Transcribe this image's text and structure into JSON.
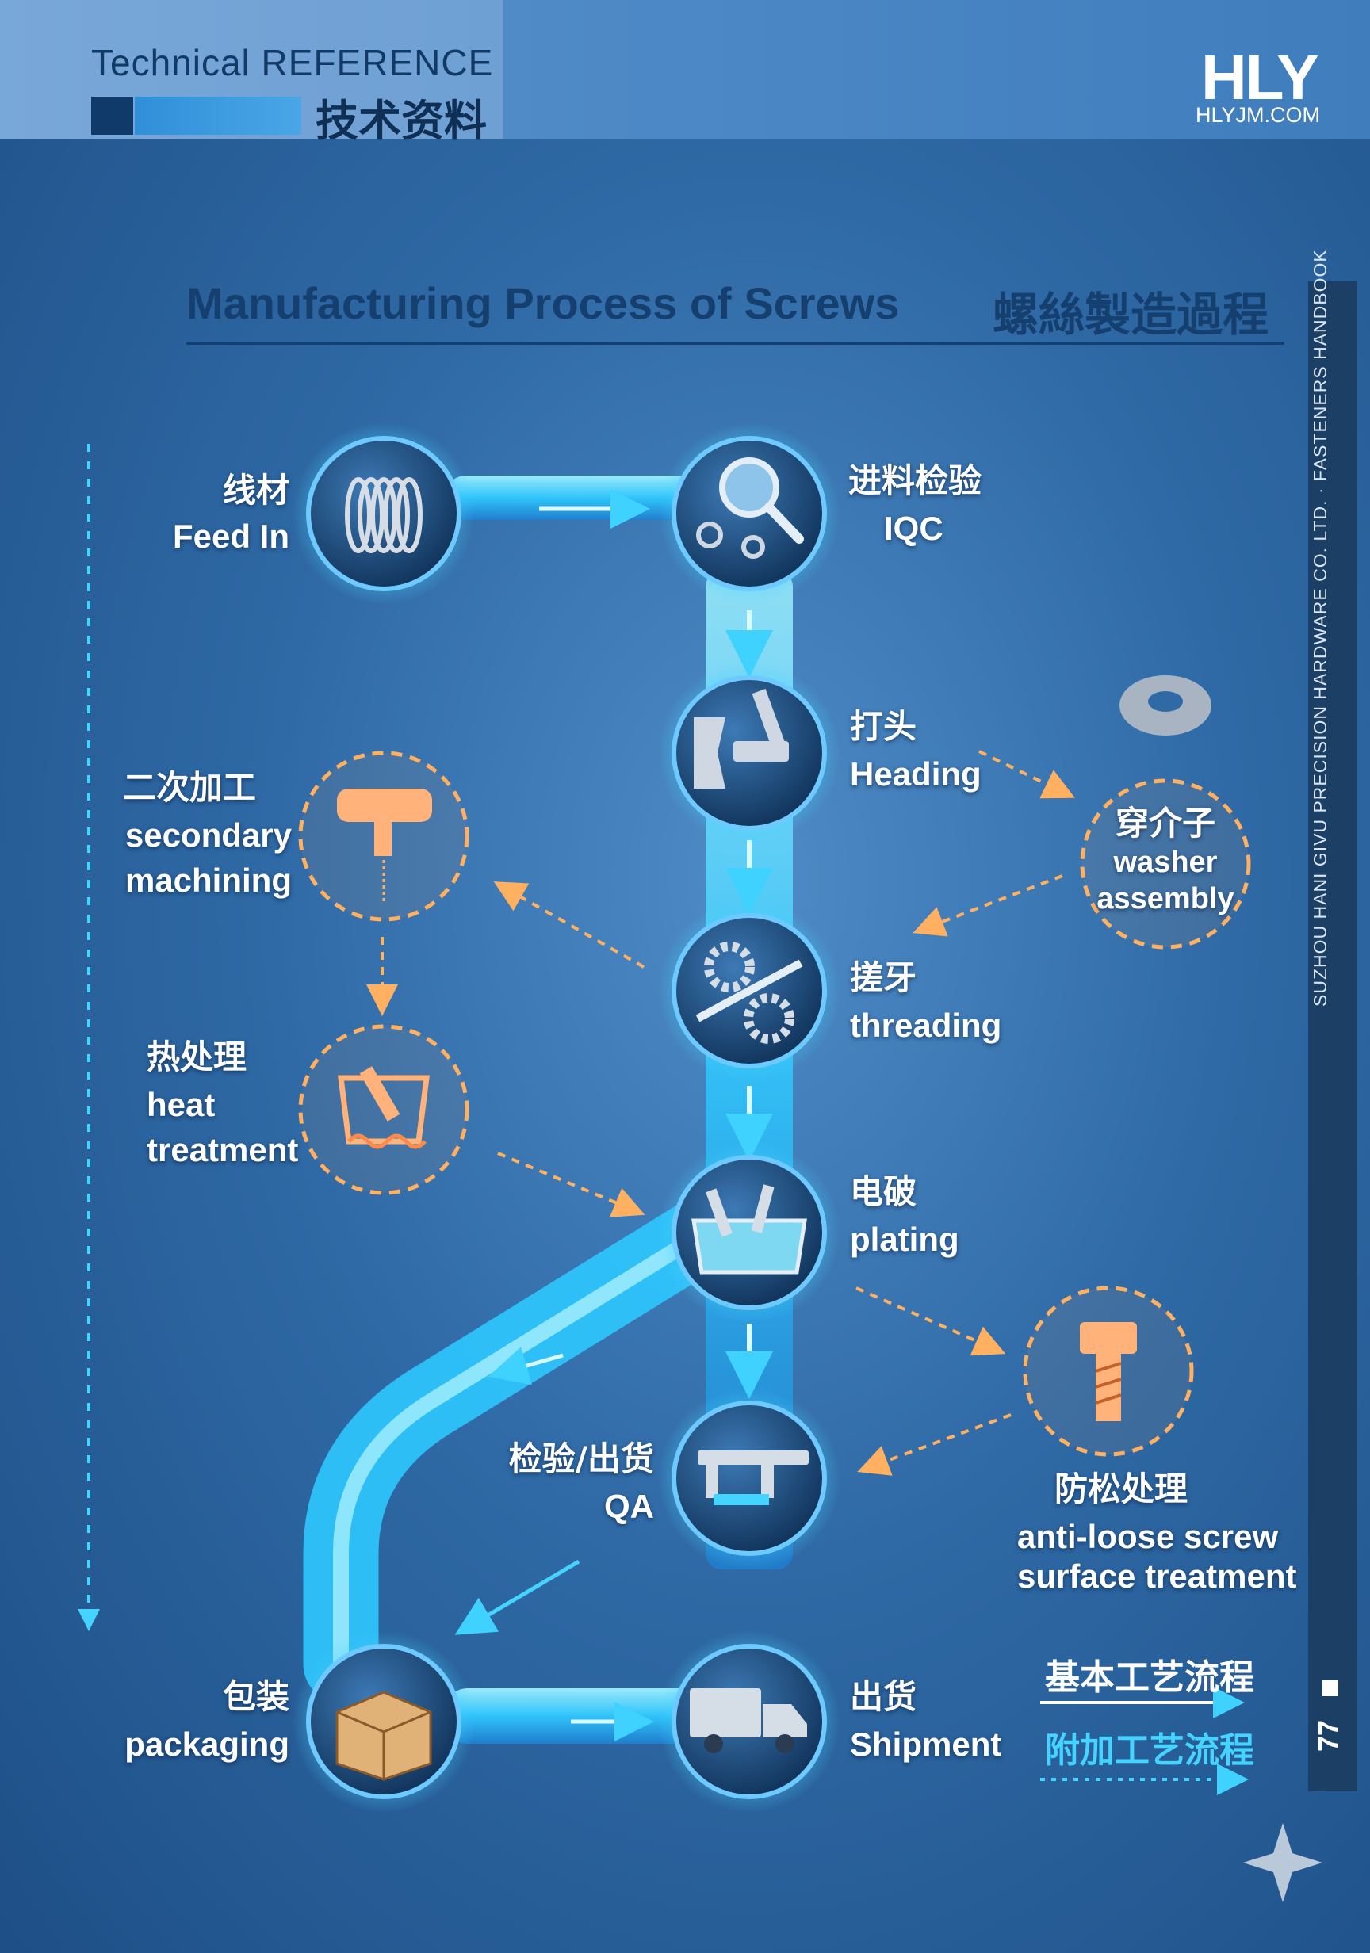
{
  "header": {
    "tag_en": "Technical REFERENCE",
    "tag_cn": "技术资料",
    "logo": "HLY",
    "logo_url": "HLYJM.COM"
  },
  "title": {
    "en": "Manufacturing Process of Screws",
    "cn": "螺絲製造過程"
  },
  "side_text": "SUZHOU HANI GIVU PRECISION HARDWARE CO. LTD. · FASTENERS HANDBOOK",
  "page_number": "77",
  "steps": {
    "feed_in": {
      "cn": "线材",
      "en": "Feed In",
      "icon": "wire-coil-icon"
    },
    "iqc": {
      "cn": "进料检验",
      "en": "IQC",
      "icon": "magnifier-icon"
    },
    "heading": {
      "cn": "打头",
      "en": "Heading",
      "icon": "heading-press-icon"
    },
    "threading": {
      "cn": "搓牙",
      "en": "threading",
      "icon": "gears-icon"
    },
    "plating": {
      "cn": "电破",
      "en": "plating",
      "icon": "plating-bath-icon"
    },
    "qa": {
      "cn": "检验/出货",
      "en": "QA",
      "icon": "caliper-icon"
    },
    "packaging": {
      "cn": "包装",
      "en": "packaging",
      "icon": "box-icon"
    },
    "shipment": {
      "cn": "出货",
      "en": "Shipment",
      "icon": "truck-icon"
    }
  },
  "optional_steps": {
    "secondary": {
      "cn": "二次加工",
      "en1": "secondary",
      "en2": "machining",
      "icon": "hammer-icon"
    },
    "heat": {
      "cn": "热处理",
      "en1": "heat",
      "en2": "treatment",
      "icon": "heat-bath-icon"
    },
    "washer": {
      "cn": "穿介子",
      "en1": "washer",
      "en2": "assembly",
      "icon": "washer-icon"
    },
    "antiloose": {
      "cn": "防松处理",
      "en1": "anti-loose screw",
      "en2": "surface treatment",
      "icon": "bolt-icon"
    }
  },
  "legend": {
    "basic": "基本工艺流程",
    "additional": "附加工艺流程"
  },
  "colors": {
    "flow": "#3fd2ff",
    "optional": "#ffb060",
    "title": "#143f6e"
  }
}
